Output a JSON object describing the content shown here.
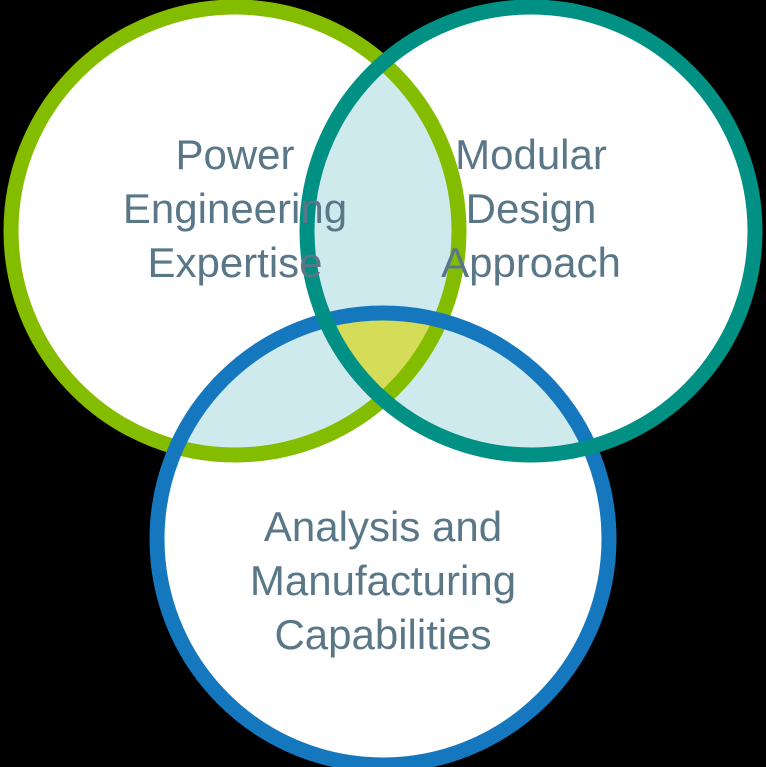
{
  "diagram": {
    "type": "venn-3-circle",
    "background": "#000000",
    "circle_fill": "#ffffff",
    "overlap_fill": "#cfeaec",
    "center_fill": "#d5dc57",
    "text_color": "#5a7788",
    "circles": [
      {
        "id": "power-engineering",
        "stroke": "#84bd00",
        "label_lines": [
          "Power",
          "Engineering",
          "Expertise"
        ]
      },
      {
        "id": "modular-design",
        "stroke": "#009184",
        "label_lines": [
          "Modular",
          "Design",
          "Approach"
        ]
      },
      {
        "id": "analysis-manufacturing",
        "stroke": "#1577bd",
        "label_lines": [
          "Analysis and",
          "Manufacturing",
          "Capabilities"
        ]
      }
    ]
  }
}
